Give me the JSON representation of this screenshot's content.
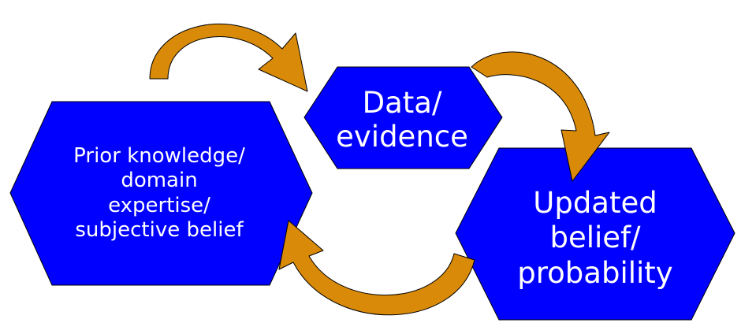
{
  "diagram": {
    "nodes": {
      "prior": {
        "lines": [
          "Prior knowledge/",
          "domain",
          "expertise/",
          "subjective belief"
        ]
      },
      "data": {
        "lines": [
          "Data/",
          "evidence"
        ]
      },
      "updated": {
        "lines": [
          "Updated",
          "belief/",
          "probability"
        ]
      }
    },
    "colors": {
      "node_fill": "#0000ff",
      "node_text": "#ffffff",
      "arrow_fill": "#d98a08"
    }
  }
}
